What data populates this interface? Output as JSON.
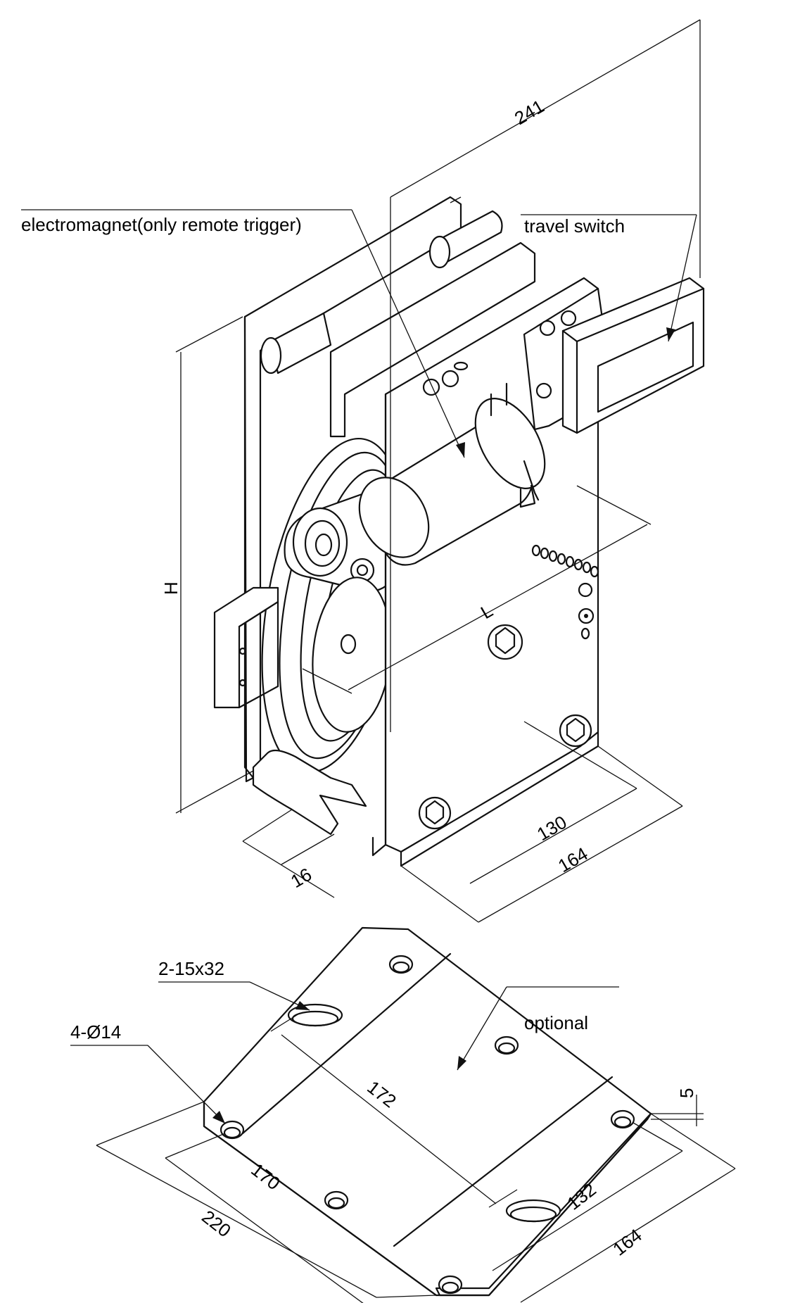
{
  "labels": {
    "electromagnet": "electromagnet(only remote trigger)",
    "travel_switch": "travel switch",
    "optional": "optional",
    "slots": "2-15x32",
    "holes": "4-Ø14"
  },
  "dimensions": {
    "overall_length": "241",
    "height": "H",
    "length": "L",
    "bolt_spacing": "130",
    "body_width": "164",
    "flange": "16",
    "base_slot_spacing": "172",
    "base_hole_spacing": "170",
    "base_length": "220",
    "base_width_inner": "132",
    "base_width": "164",
    "base_thickness": "5"
  }
}
